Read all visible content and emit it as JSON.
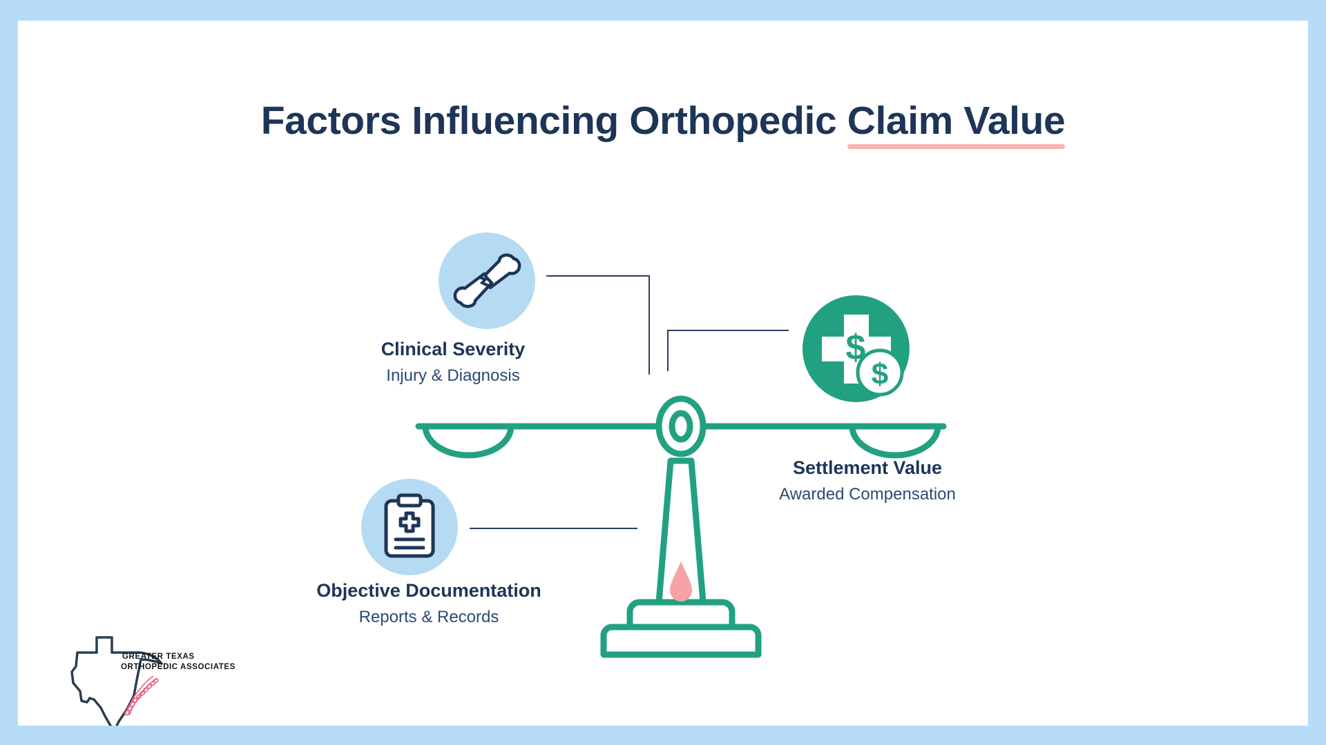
{
  "slide": {
    "title_prefix": "Factors Influencing Orthopedic ",
    "title_accent": "Claim Value",
    "background_color": "#b7dcf7",
    "card_color": "#ffffff",
    "accent_underline_color": "#f8b3b3",
    "navy": "#1d3557",
    "green": "#22a180",
    "light_blue": "#b5dbf3"
  },
  "factors": {
    "clinical": {
      "title": "Clinical Severity",
      "subtitle": "Injury & Diagnosis",
      "icon": "fractured-bone-icon"
    },
    "objective": {
      "title": "Objective Documentation",
      "subtitle": "Reports & Records",
      "icon": "medical-clipboard-icon"
    },
    "settlement": {
      "title": "Settlement Value",
      "subtitle": "Awarded Compensation",
      "icon": "medical-cross-money-icon"
    }
  },
  "scale": {
    "icon": "balance-scale-icon",
    "pivot": "scale-pivot-ring",
    "droplet_color": "#f5a3a3"
  },
  "logo": {
    "line1": "GREATER TEXAS",
    "line2": "ORTHOPEDIC  ASSOCIATES",
    "shape": "texas-outline-icon",
    "spine": "spine-icon",
    "spine_color": "#e8607f"
  }
}
